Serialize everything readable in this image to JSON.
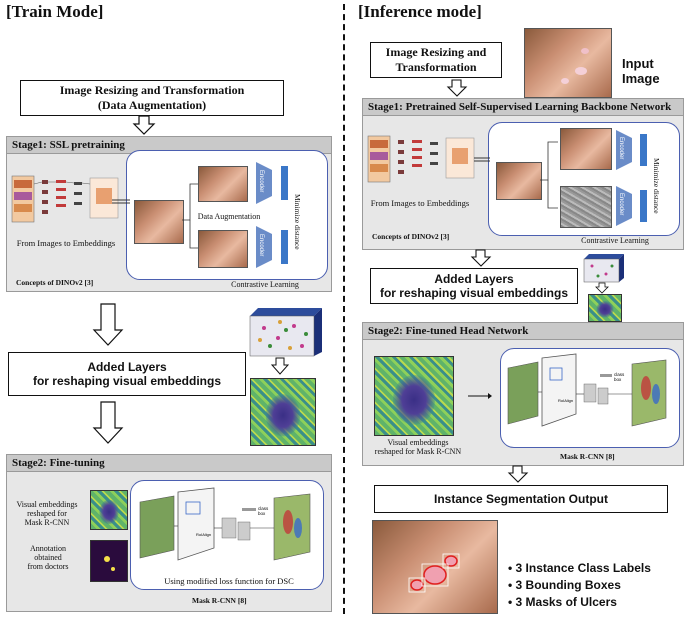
{
  "left": {
    "mode_title": "[Train Mode]",
    "resize_box": [
      "Image Resizing and Transformation",
      "(Data Augmentation)"
    ],
    "stage1": {
      "title": "Stage1: SSL pretraining",
      "embed_caption": "From Images to Embeddings",
      "dino_caption": "Concepts of DINOv2 [3]",
      "data_aug": "Data Augmentation",
      "encoder": "Encoder",
      "min_dist": "Minimize distance",
      "contrastive": "Contrastive Learning"
    },
    "added_layers": [
      "Added Layers",
      "for reshaping visual embeddings"
    ],
    "stage2": {
      "title": "Stage2: Fine-tuning",
      "vis_emb": [
        "Visual embeddings",
        "reshaped for",
        "Mask R-CNN"
      ],
      "annotation": [
        "Annotation",
        "obtained",
        "from doctors"
      ],
      "loss_text": "Using modified loss function for DSC",
      "maskrcnn": "Mask R-CNN [8]"
    }
  },
  "right": {
    "mode_title": "[Inference mode]",
    "resize_box": [
      "Image Resizing and",
      "Transformation"
    ],
    "input_image": [
      "Input",
      "Image"
    ],
    "stage1": {
      "title": "Stage1: Pretrained Self-Supervised Learning Backbone Network",
      "embed_caption": "From Images to Embeddings",
      "dino_caption": "Concepts of DINOv2 [3]",
      "encoder": "Encoder",
      "min_dist": "Minimize distance",
      "contrastive": "Contrastive Learning"
    },
    "added_layers": [
      "Added Layers",
      "for reshaping visual embeddings"
    ],
    "stage2": {
      "title": "Stage2: Fine-tuned Head Network",
      "vis_emb": [
        "Visual embeddings",
        "reshaped  for Mask R-CNN"
      ],
      "maskrcnn": "Mask R-CNN [8]"
    },
    "output_box": "Instance Segmentation Output",
    "bullets": [
      "• 3 Instance Class Labels",
      "• 3 Bounding Boxes",
      "• 3 Masks of Ulcers"
    ]
  },
  "colors": {
    "encoder": "#6a8cc8",
    "round_border": "#4b5fb0",
    "stage_bg": "#e7e7e7",
    "stage_header": "#c9c9c9"
  }
}
